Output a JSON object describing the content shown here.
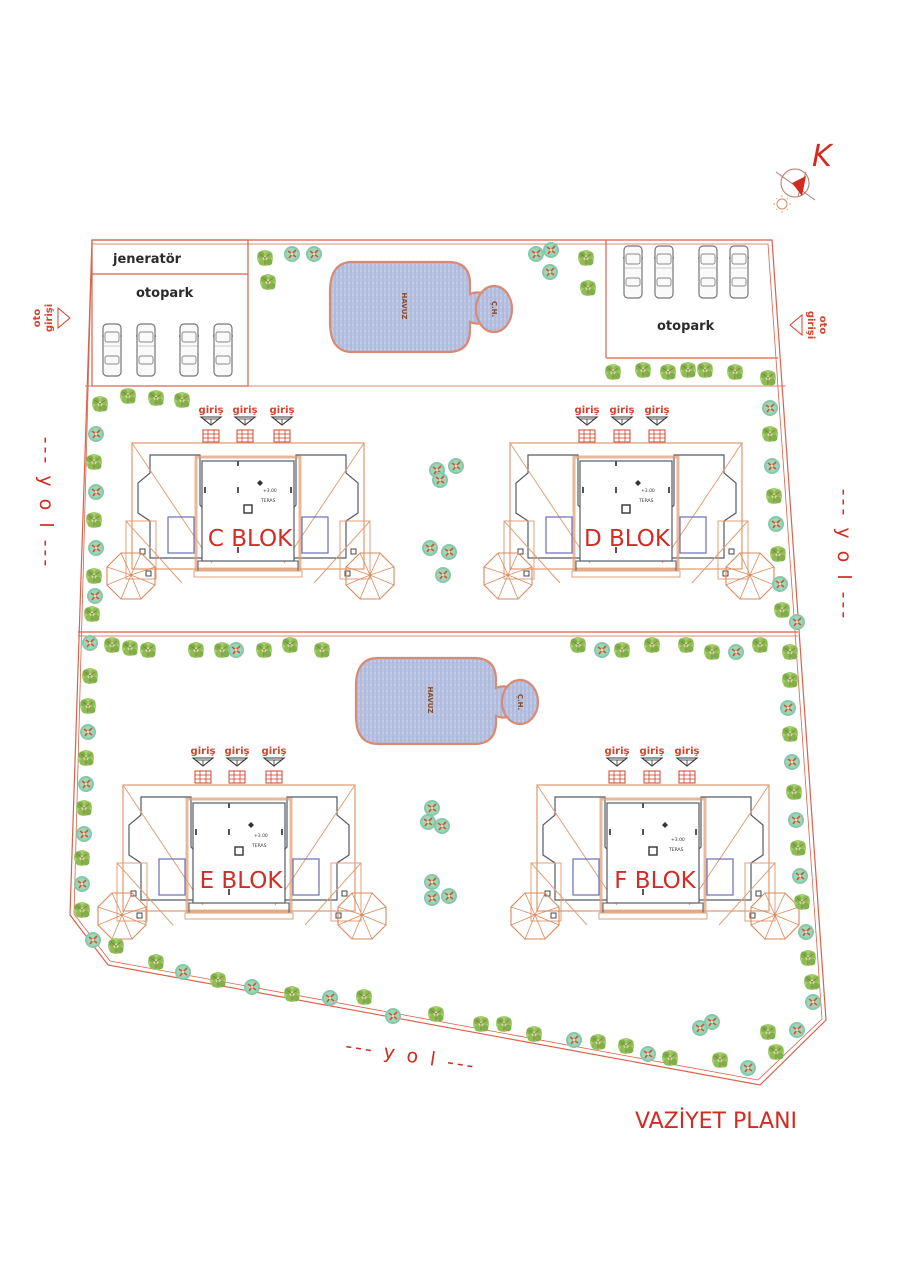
{
  "plan": {
    "title": "VAZİYET PLANI",
    "north_label": "K",
    "colors": {
      "boundary": "#d9624a",
      "building_outline": "#e0a078",
      "wall": "#555a66",
      "pool_fill": "#b9c3e2",
      "tree_green": "#7fb04a",
      "tree_teal": "#86c9a8",
      "label_red": "#d32a22"
    }
  },
  "top_left_lot": {
    "generator_label": "jeneratör",
    "parking_label": "otopark",
    "car_count": 4
  },
  "top_right_lot": {
    "parking_label": "otopark",
    "car_count": 4
  },
  "entrances": {
    "left_car_entry": [
      "oto",
      "girişi"
    ],
    "right_car_entry": [
      "oto",
      "girişi"
    ]
  },
  "roads": {
    "left": "--- y o l ---",
    "right": "--- y o l ---",
    "bottom": "--- y o l ---"
  },
  "pools": [
    {
      "label": "HAVUZ",
      "child_pool_label": "Ç.H."
    },
    {
      "label": "HAVUZ",
      "child_pool_label": "Ç.H."
    }
  ],
  "blocks": [
    {
      "id": "C",
      "label": "C  BLOK",
      "entries": [
        "giriş",
        "giriş",
        "giriş"
      ],
      "terrace": "TERAS",
      "level": "+3.00"
    },
    {
      "id": "D",
      "label": "D  BLOK",
      "entries": [
        "giriş",
        "giriş",
        "giriş"
      ],
      "terrace": "TERAS",
      "level": "+3.00"
    },
    {
      "id": "E",
      "label": "E  BLOK",
      "entries": [
        "giriş",
        "giriş",
        "giriş"
      ],
      "terrace": "TERAS",
      "level": "+3.00"
    },
    {
      "id": "F",
      "label": "F  BLOK",
      "entries": [
        "giriş",
        "giriş",
        "giriş"
      ],
      "terrace": "TERAS",
      "level": "+3.00"
    }
  ]
}
